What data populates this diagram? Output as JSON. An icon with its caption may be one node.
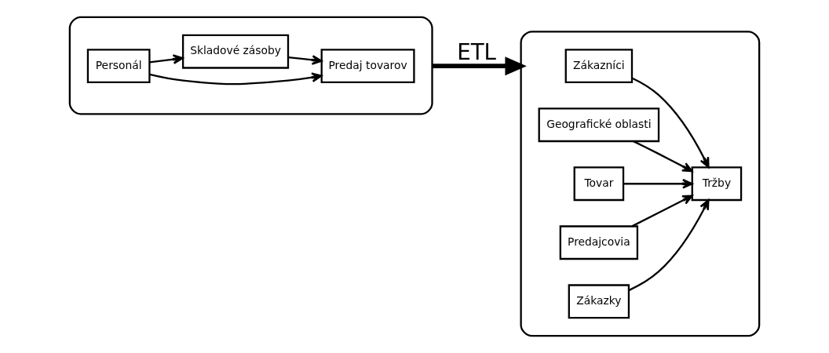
{
  "diagram": {
    "nodes": [
      {
        "text": [],
        "shape": "cylinder"
      },
      {
        "text": [
          "Predaj tovarov"
        ],
        "in": 0
      },
      {
        "text": [
          "Personál"
        ],
        "in": 0
      },
      {
        "text": [
          "Skladové zásoby"
        ],
        "in": 0
      },
      {
        "text": [],
        "shape": "cylinder"
      },
      {
        "text": [
          "Zákazníci"
        ],
        "in": 4
      },
      {
        "text": [
          "Geografické oblasti"
        ],
        "in": 4
      },
      {
        "text": [
          "Tržby"
        ],
        "in": 4
      },
      {
        "text": [
          "Tovar"
        ],
        "in": 4
      },
      {
        "text": [
          "Predajcovia"
        ],
        "in": 4
      },
      {
        "text": [
          "Zákazky"
        ],
        "in": 4
      }
    ],
    "edges": [
      {
        "from": 2,
        "to": 1,
        "arrow": "to"
      },
      {
        "from": 2,
        "to": 3,
        "arrow": "to"
      },
      {
        "from": 3,
        "to": 1,
        "arrow": "to"
      },
      {
        "from": 0,
        "to": 4,
        "arrow": "to",
        "label": "ETL",
        "style": "thick"
      },
      {
        "from": 5,
        "to": 7,
        "arrow": "to"
      },
      {
        "from": 6,
        "to": 7,
        "arrow": "to"
      },
      {
        "from": 8,
        "to": 7,
        "arrow": "to"
      },
      {
        "from": 10,
        "to": 7,
        "arrow": "to"
      },
      {
        "from": 9,
        "to": 7,
        "arrow": "to"
      }
    ]
  }
}
